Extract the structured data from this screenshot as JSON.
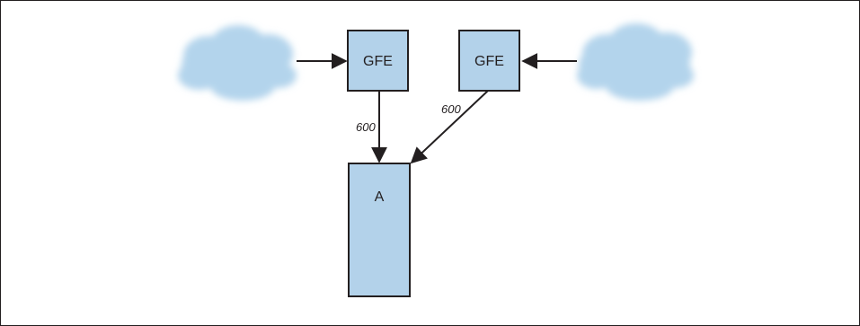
{
  "nodes": {
    "gfe_left": {
      "label": "GFE"
    },
    "gfe_right": {
      "label": "GFE"
    },
    "backend_a": {
      "label": "A"
    }
  },
  "edges": {
    "left_to_a": {
      "label": "600"
    },
    "right_to_a": {
      "label": "600"
    }
  },
  "colors": {
    "box_fill": "#b3d2ea",
    "stroke": "#231f20",
    "cloud": "#b3d4ec"
  }
}
